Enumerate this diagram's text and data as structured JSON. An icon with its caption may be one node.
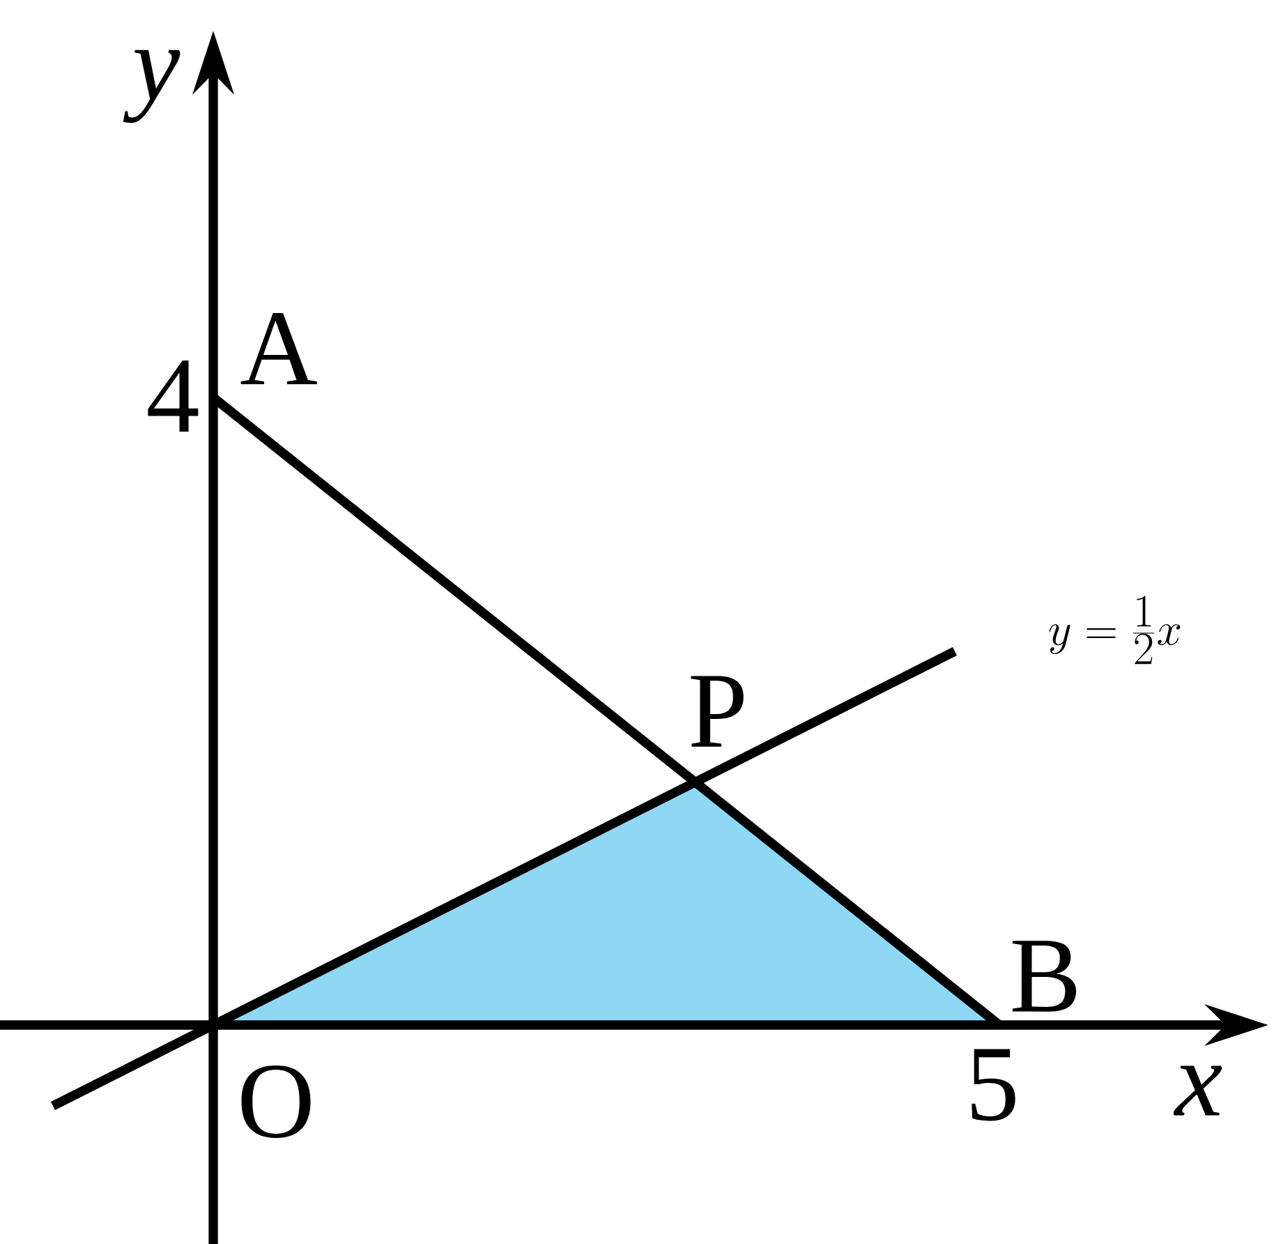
{
  "diagram": {
    "labels": [
      "y",
      "4",
      "A",
      "P",
      "B",
      "O",
      "5",
      "x",
      "y=\\frac{1}{2}x"
    ]
  }
}
